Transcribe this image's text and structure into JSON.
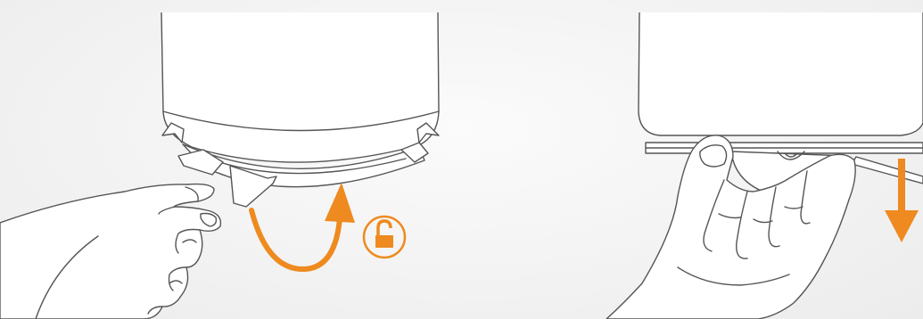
{
  "figure": {
    "panels": [
      {
        "name": "unlock-panel",
        "steps": [
          "rotate-base-counterclockwise",
          "unlock"
        ],
        "icons": [
          "curved-arrow-icon",
          "unlock-padlock-icon"
        ]
      },
      {
        "name": "remove-panel",
        "steps": [
          "pull-filter-down"
        ],
        "icons": [
          "down-arrow-icon"
        ]
      }
    ],
    "colors": {
      "accent": "#ee8a1f",
      "line": "#555555",
      "background": "#f3f3f3",
      "fill": "#ffffff"
    }
  }
}
